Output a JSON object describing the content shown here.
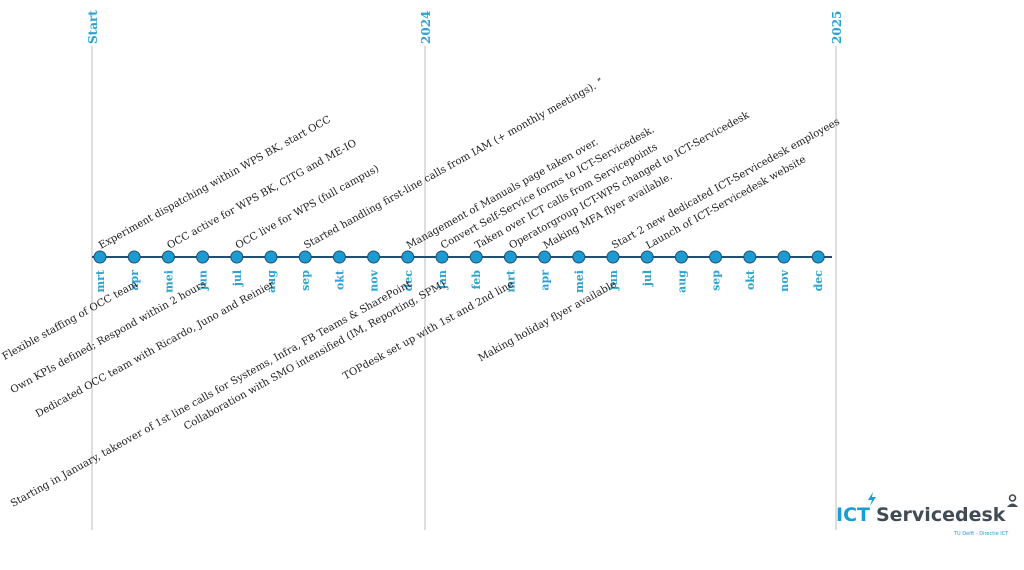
{
  "colors": {
    "accent": "#2ea3d0",
    "dot": "#1b9bd1",
    "axis": "#24506f",
    "marker_line": "#c8c8c8",
    "text": "#222222"
  },
  "markers": [
    {
      "label": "Start"
    },
    {
      "label": "2024"
    },
    {
      "label": "2025"
    }
  ],
  "months": [
    "mrt",
    "apr",
    "mei",
    "jun",
    "jul",
    "aug",
    "sep",
    "okt",
    "nov",
    "dec",
    "jan",
    "feb",
    "mrt",
    "apr",
    "mei",
    "jun",
    "jul",
    "aug",
    "sep",
    "okt",
    "nov",
    "dec"
  ],
  "events_above": [
    {
      "month_index": 0,
      "text": "Experiment dispatching within WPS BK, start OCC"
    },
    {
      "month_index": 2,
      "text": "OCC active for WPS BK, CITG and ME-IO"
    },
    {
      "month_index": 4,
      "text": "OCC live for WPS (full campus)"
    },
    {
      "month_index": 6,
      "text": "Started handling first-line calls from IAM (+ monthly meetings). ˮ"
    },
    {
      "month_index": 9,
      "text": "Management of Manuals page taken over."
    },
    {
      "month_index": 10,
      "text": "Convert Self-Service forms to ICT-Servicedesk."
    },
    {
      "month_index": 11,
      "text": "Taken over ICT calls from Servicepoints"
    },
    {
      "month_index": 12,
      "text": "Operatorgroup ICT-WPS changed to ICT-Servicedesk"
    },
    {
      "month_index": 13,
      "text": "Making MFA flyer available."
    },
    {
      "month_index": 15,
      "text": "Start 2 new dedicated ICT-Servicedesk employees"
    },
    {
      "month_index": 16,
      "text": "Launch of ICT-Servicedesk website"
    }
  ],
  "events_below": [
    {
      "month_index": 1,
      "text": "Flexible staffing of OCC team"
    },
    {
      "month_index": 3,
      "text": "Own KPIs defined; Respond within 2 hours"
    },
    {
      "month_index": 5,
      "text": "Dedicated OCC team with Ricardo, Juno and Reinier"
    },
    {
      "month_index": 9,
      "text": "Starting in January, takeover of 1st line calls for Systems, Infra, FB Teams & SharePoint"
    },
    {
      "month_index": 10,
      "text": "Collaboration with SMO intensified (IM, Reporting, SPM)"
    },
    {
      "month_index": 12,
      "text": "TOPdesk set up with 1st and 2nd line"
    },
    {
      "month_index": 15,
      "text": "Making holiday flyer available"
    }
  ],
  "logo": {
    "name": "ICT Servicedesk logo",
    "prefix": "ICT",
    "word": "Servicedesk",
    "subtitle": "TU Delft - Directie ICT"
  }
}
